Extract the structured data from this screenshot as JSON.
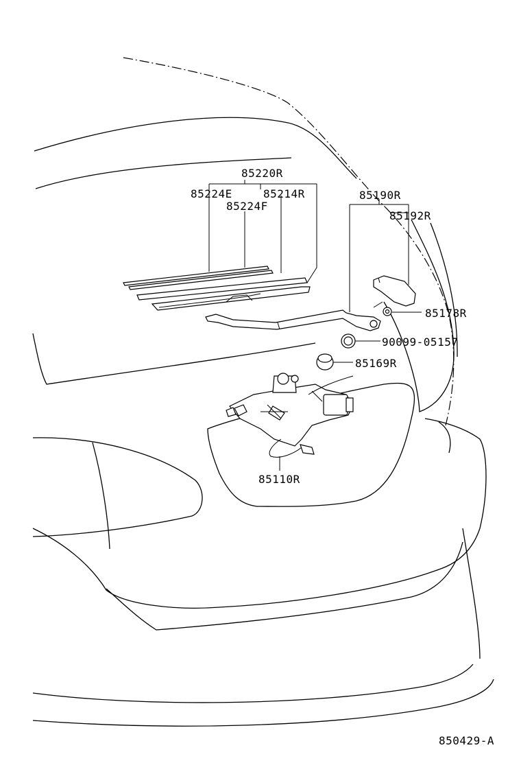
{
  "labels": {
    "p85220R": "85220R",
    "p85224E": "85224E",
    "p85214R": "85214R",
    "p85224F": "85224F",
    "p85190R": "85190R",
    "p85192R": "85192R",
    "p85178R": "85178R",
    "p90099": "90099-05157",
    "p85169R": "85169R",
    "p85110R": "85110R",
    "figure_id": "850429-A"
  }
}
